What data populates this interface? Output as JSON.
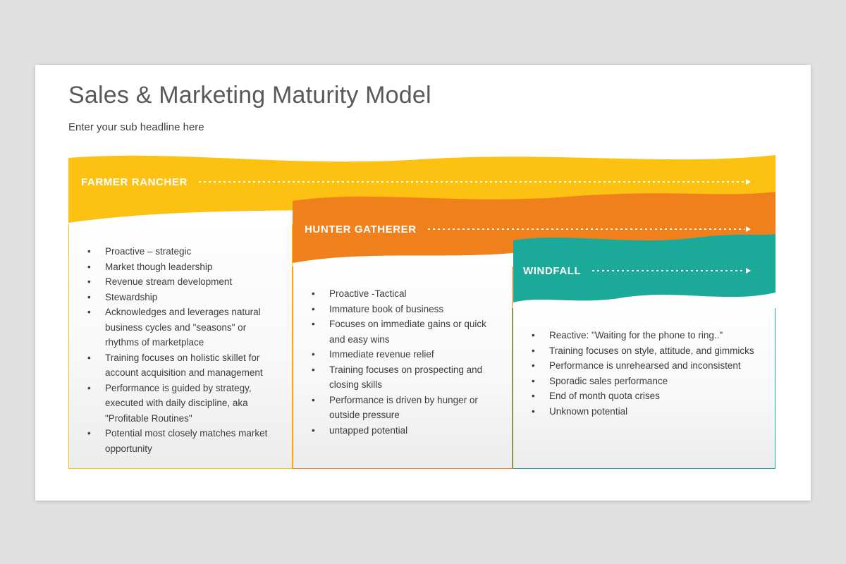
{
  "slide": {
    "title": "Sales & Marketing Maturity Model",
    "subtitle": "Enter your sub headline here"
  },
  "colors": {
    "farmer": "#fdc112",
    "hunter": "#f0801c",
    "windfall": "#1ba99a"
  },
  "columns": [
    {
      "label": "FARMER RANCHER",
      "bullets": [
        "Proactive – strategic",
        "Market though leadership",
        "Revenue stream development",
        "Stewardship",
        "Acknowledges and leverages natural business cycles and \"seasons\" or rhythms of marketplace",
        "Training focuses on holistic skillet for account acquisition and management",
        "Performance is guided by strategy, executed with daily discipline, aka \"Profitable Routines\"",
        "Potential most closely matches market opportunity"
      ]
    },
    {
      "label": "HUNTER GATHERER",
      "bullets": [
        "Proactive -Tactical",
        "Immature book of business",
        "Focuses on immediate gains or quick and easy wins",
        "Immediate revenue relief",
        "Training focuses on prospecting and closing skills",
        "Performance is driven by hunger or outside pressure",
        "untapped potential"
      ]
    },
    {
      "label": "WINDFALL",
      "bullets": [
        "Reactive: \"Waiting for the phone to ring..\"",
        "Training focuses on style, attitude, and gimmicks",
        "Performance is unrehearsed and inconsistent",
        "Sporadic sales performance",
        "End of month quota crises",
        "Unknown potential"
      ]
    }
  ]
}
